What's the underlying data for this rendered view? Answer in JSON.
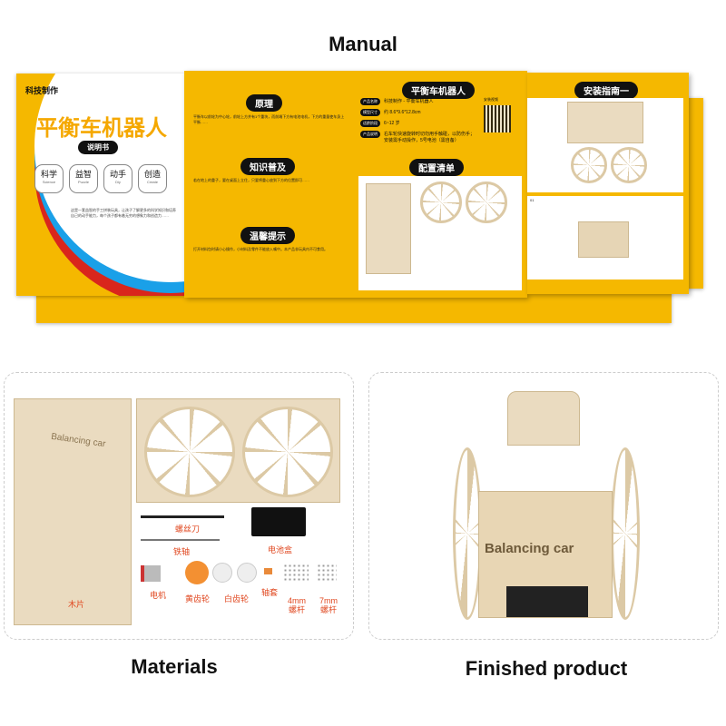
{
  "captions": {
    "manual": "Manual",
    "materials": "Materials",
    "finished": "Finished product"
  },
  "manual": {
    "cover": {
      "brand": "科技制作",
      "title": "平衡车机器人",
      "subtitle": "说明书",
      "badges": [
        {
          "zh": "科学",
          "en": "Science"
        },
        {
          "zh": "益智",
          "en": "Puzzle"
        },
        {
          "zh": "动手",
          "en": "Diy"
        },
        {
          "zh": "创造",
          "en": "Create"
        }
      ],
      "paragraph": "这是一套益智的手工拼装玩具，让孩子了解更多的科学知识和培养自己的动手能力，每个孩子都有着无穷的想象力和创造力……"
    },
    "principle": {
      "heading": "原理",
      "text": "平衡车以前轮为中心轮，前轮上方并有1个重块，而前端下方有电池电机，下方的重量使车身上平衡……"
    },
    "knowledge": {
      "heading": "知识普及",
      "text": "若在地上的重子，要在桌面上立住，只要将重心放到下方的位置即可……"
    },
    "tips": {
      "heading": "温馨提示",
      "text": "打开材料包时请小心操作，小材料及零件不能放入嘴中。本产品非玩具内不可食用。"
    },
    "product": {
      "heading": "平衡车机器人",
      "qr_label": "安装视频",
      "rows": [
        {
          "k": "产品名称",
          "v": "科技制作 - 平衡车机器人"
        },
        {
          "k": "模型尺寸",
          "v": "约 8.6*9.6*12.8cm"
        },
        {
          "k": "适龄阶段",
          "v": "6~12 岁"
        },
        {
          "k": "产品说明",
          "v": "右车轮快速旋转时切勿用手触碰，以防伤手；安装需手动操作，5号电池（需自备）"
        }
      ]
    },
    "config": {
      "heading": "配置清单"
    },
    "guide": {
      "heading": "安装指南一",
      "step": "01"
    }
  },
  "materials": {
    "board_text": "Balancing car",
    "labels": {
      "wood": "木片",
      "screwdriver": "螺丝刀",
      "shaft": "铁轴",
      "battery": "电池盒",
      "motor": "电机",
      "yellow_gear": "黄齿轮",
      "white_gear": "白齿轮",
      "sleeve": "轴套",
      "screw4": "4mm\n螺杆",
      "screw7": "7mm\n螺杆"
    }
  },
  "finished": {
    "body_text": "Balancing car"
  }
}
